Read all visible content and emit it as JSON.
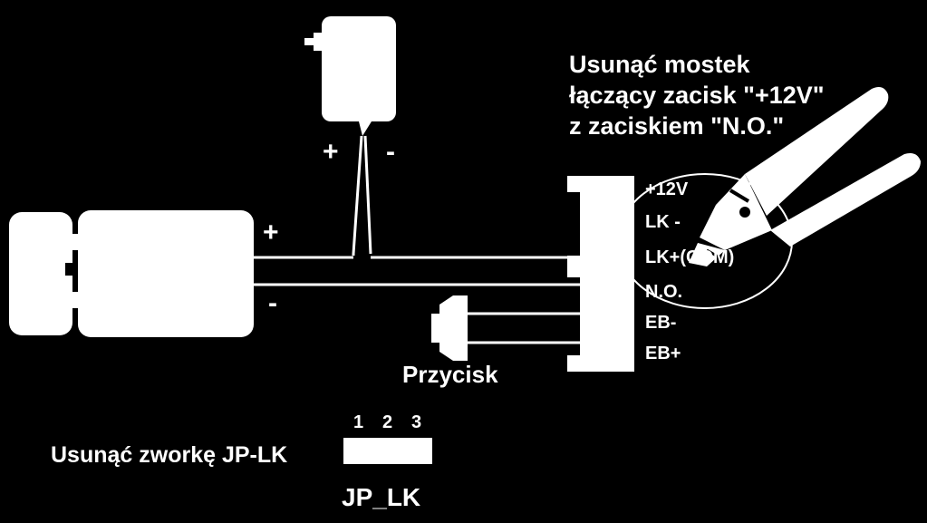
{
  "instruction": {
    "line1": "Usunąć mostek",
    "line2": "łączący zacisk \"+12V\"",
    "line3": "z zaciskiem \"N.O.\""
  },
  "adapter": {
    "plus": "+",
    "minus": "-"
  },
  "lock": {
    "plus": "+",
    "minus": "-"
  },
  "terminals": [
    "+12V",
    "LK -",
    "LK+(COM)",
    "N.O.",
    "EB-",
    "EB+"
  ],
  "button_label": "Przycisk",
  "jumper": {
    "instruction": "Usunąć zworkę JP-LK",
    "pins": [
      "1",
      "2",
      "3"
    ],
    "name": "JP_LK"
  },
  "colors": {
    "background": "#000000",
    "foreground": "#ffffff"
  }
}
